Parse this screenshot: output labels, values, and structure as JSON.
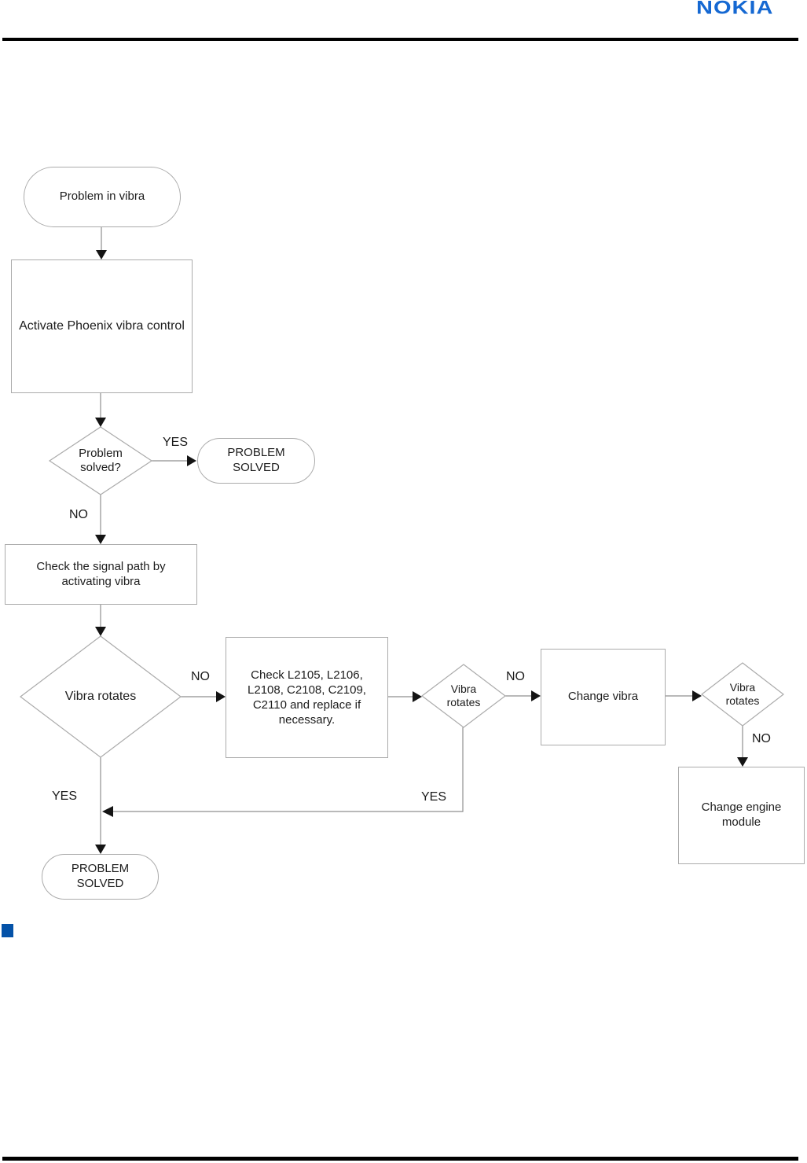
{
  "header": {
    "logo": "NOKIA",
    "logo_color": "#1568D2"
  },
  "flowchart": {
    "nodes": {
      "start": "Problem in vibra",
      "activate": "Activate Phoenix vibra control",
      "q_problem_solved": "Problem\nsolved?",
      "solved_top": "PROBLEM\nSOLVED",
      "check_signal": "Check the signal path by\nactivating vibra",
      "q_vibra_rotates_1": "Vibra rotates",
      "check_components": "Check L2105, L2106,\nL2108, C2108, C2109,\nC2110 and replace if\nnecessary.",
      "q_vibra_rotates_2": "Vibra\nrotates",
      "change_vibra": "Change vibra",
      "q_vibra_rotates_3": "Vibra\nrotates",
      "change_engine": "Change engine\nmodule",
      "solved_bottom": "PROBLEM\nSOLVED"
    },
    "labels": {
      "yes_1": "YES",
      "no_1": "NO",
      "no_2": "NO",
      "no_3": "NO",
      "no_4": "NO",
      "yes_2": "YES",
      "yes_3": "YES"
    },
    "line_color": "#8f8f8f",
    "shape_border_color": "#ababab",
    "arrow_color": "#141414"
  },
  "section_marker": {
    "color": "#0452A8"
  }
}
